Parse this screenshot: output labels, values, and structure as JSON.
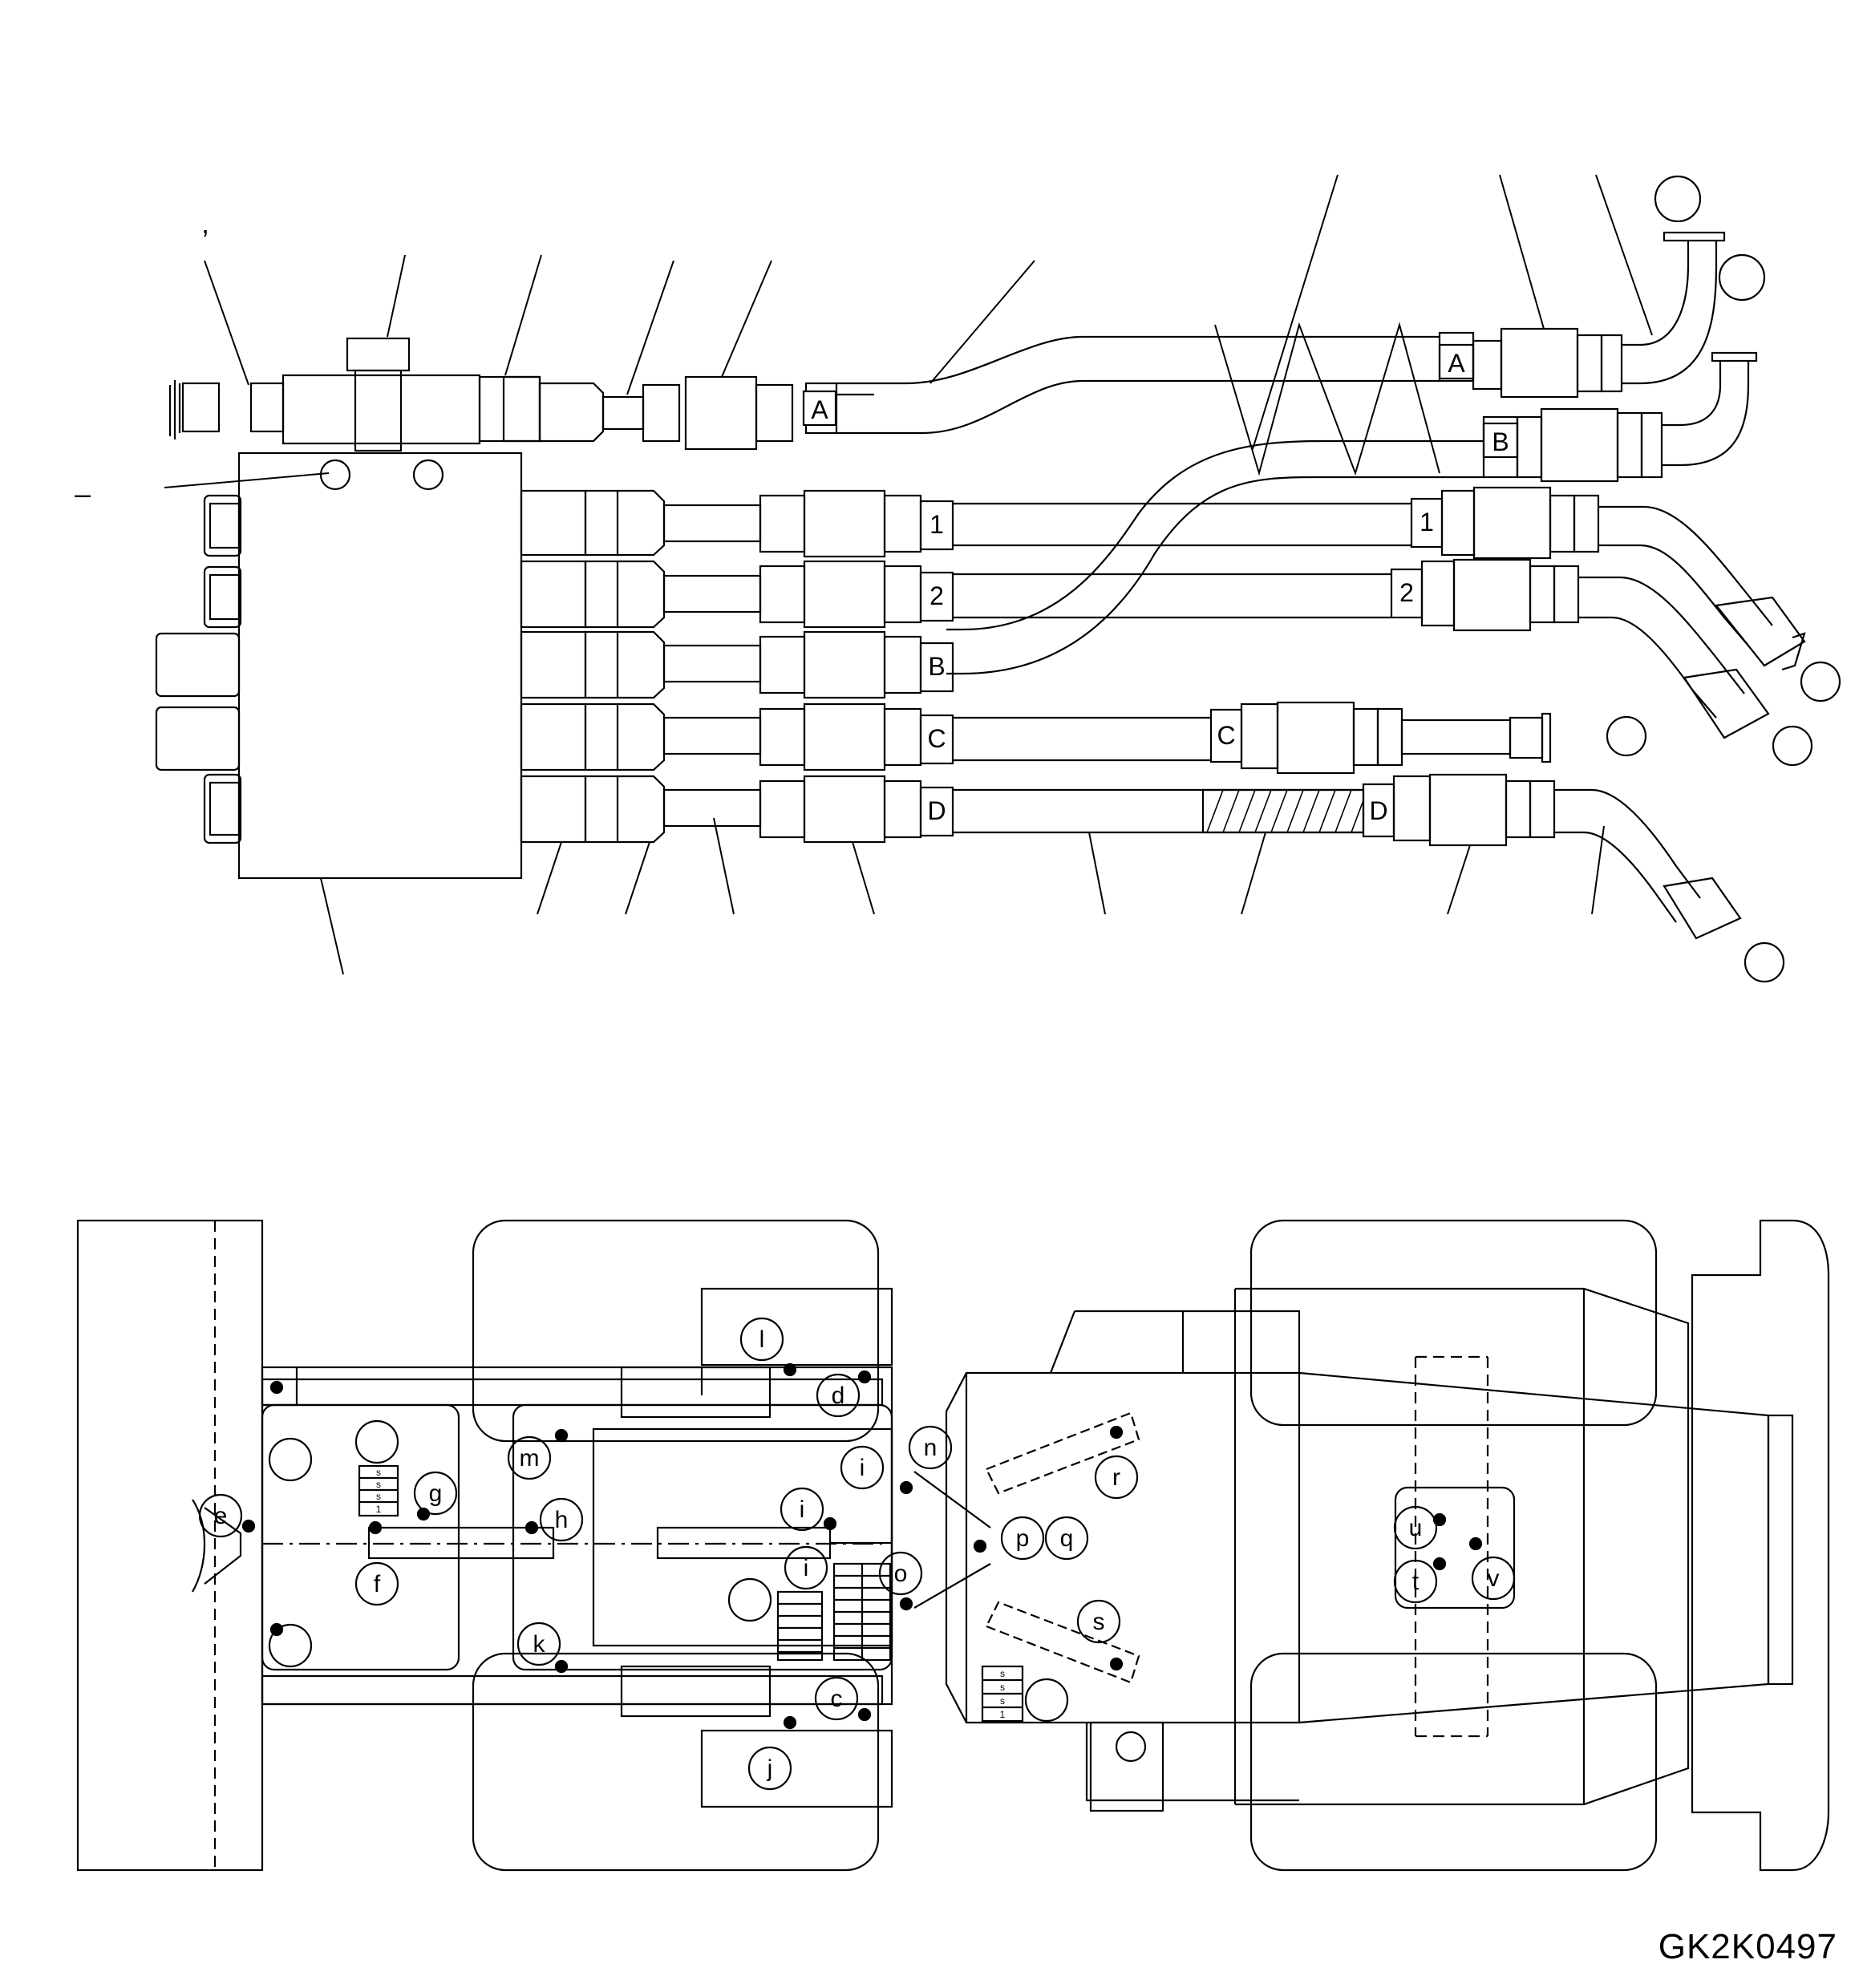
{
  "drawing": {
    "code": "GK2K0497",
    "hose_tags_left": [
      "A",
      "1",
      "2",
      "B",
      "C",
      "D"
    ],
    "hose_tags_right": [
      "A",
      "B",
      "1",
      "2",
      "C",
      "D"
    ],
    "top_marks": {
      "comma": "’",
      "dash": "–"
    },
    "letters": {
      "l": "l",
      "d": "d",
      "m": "m",
      "g": "g",
      "e": "e",
      "h": "h",
      "f": "f",
      "i1": "i",
      "i2": "i",
      "n": "n",
      "r": "r",
      "p": "p",
      "q": "q",
      "o": "o",
      "s": "s",
      "k": "k",
      "c": "c",
      "j": "j",
      "u": "u",
      "t": "t",
      "v": "v",
      "blank": "i"
    },
    "stack_labels": [
      "s",
      "s",
      "s",
      "1"
    ]
  }
}
